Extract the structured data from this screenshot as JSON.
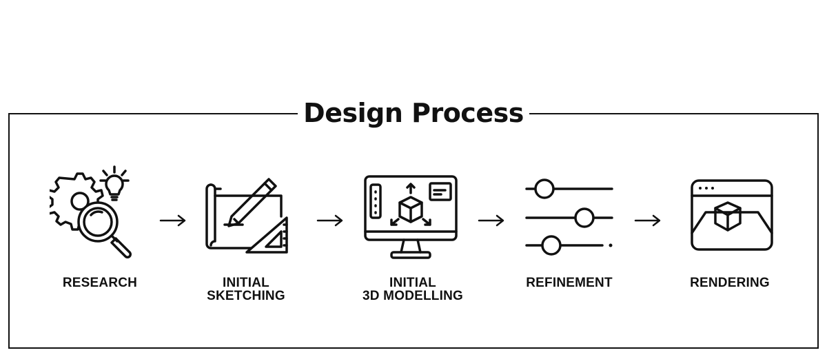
{
  "title": "Design Process",
  "steps": [
    {
      "icon": "research-icon",
      "lines": [
        "RESEARCH"
      ]
    },
    {
      "icon": "sketching-icon",
      "lines": [
        "INITIAL",
        "SKETCHING"
      ]
    },
    {
      "icon": "3d-modelling-icon",
      "lines": [
        "INITIAL",
        "3D MODELLING"
      ]
    },
    {
      "icon": "refinement-icon",
      "lines": [
        "REFINEMENT"
      ]
    },
    {
      "icon": "rendering-icon",
      "lines": [
        "RENDERING"
      ]
    }
  ],
  "colors": {
    "stroke": "#111111",
    "background": "#ffffff"
  }
}
